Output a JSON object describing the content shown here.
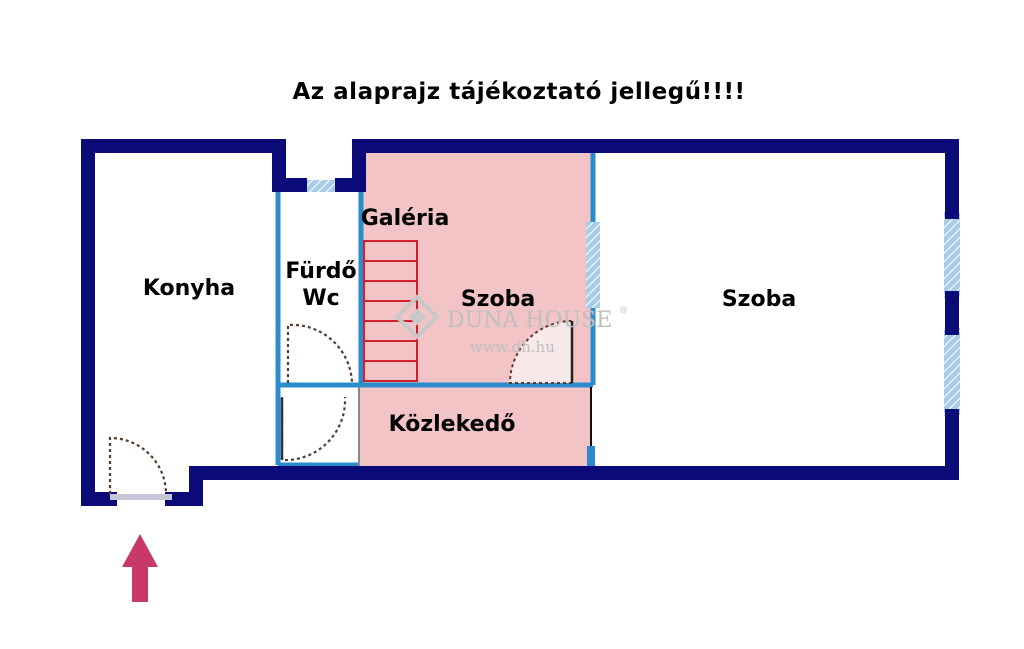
{
  "title": "Az alaprajz tájékoztató jellegű!!!!",
  "rooms": {
    "konyha": "Konyha",
    "furdo_line1": "Fürdő",
    "furdo_line2": "Wc",
    "galeria": "Galéria",
    "szoba_left": "Szoba",
    "szoba_right": "Szoba",
    "kozlekedo": "Közlekedő"
  },
  "watermark": {
    "brand": "DUNA HOUSE",
    "reg": "®",
    "url": "www.dh.hu"
  },
  "colors": {
    "outer_wall": "#0a0a78",
    "inner_wall": "#2a8ccc",
    "room_fill": "#f2c4c6",
    "window": "#a9cde8",
    "door": "#5a3a2a",
    "stairs": "#d0202a",
    "entrance_arrow": "#c8386a"
  },
  "icons": {
    "entrance": "entrance-arrow-icon",
    "watermark_logo": "duna-house-logo-icon"
  }
}
